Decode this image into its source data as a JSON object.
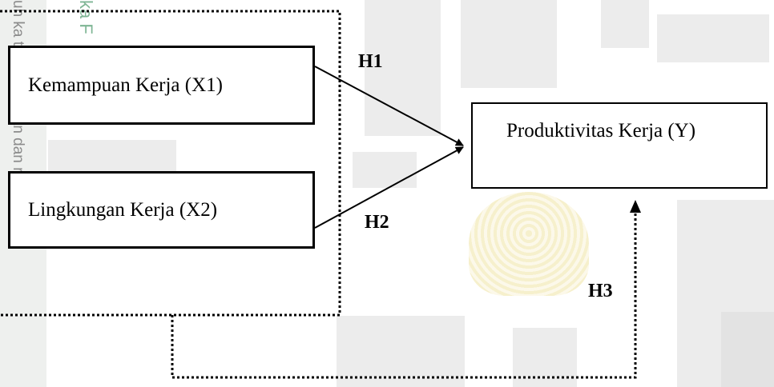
{
  "watermark": {
    "side_text": "uh ka  tan  antumkan dan r",
    "green_text": "ka F"
  },
  "diagram": {
    "nodes": {
      "x1": "Kemampuan Kerja (X1)",
      "x2": "Lingkungan Kerja (X2)",
      "y": "Produktivitas Kerja (Y)"
    },
    "hypotheses": {
      "h1": "H1",
      "h2": "H2",
      "h3": "H3"
    }
  },
  "colors": {
    "line": "#000000",
    "background": "#ffffff",
    "watermark_gray": "#dcdcdc",
    "watermark_green": "#5fa37a"
  }
}
